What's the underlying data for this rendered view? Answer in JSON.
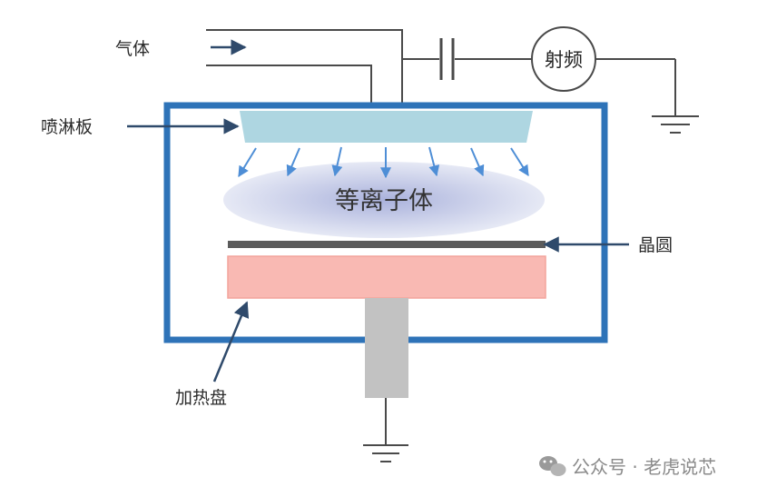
{
  "labels": {
    "gas": "气体",
    "rf": "射频",
    "showerhead": "喷淋板",
    "plasma": "等离子体",
    "wafer": "晶圆",
    "heater": "加热盘"
  },
  "watermark": {
    "text": "公众号 · 老虎说芯",
    "icon": "wechat-icon"
  },
  "colors": {
    "chamber": "#2e73b8",
    "showerhead": "#aed6e1",
    "plasma_center": "#b4bcdf",
    "plasma_edge": "#e4e8f5",
    "wafer": "#5b5b5b",
    "heater_fill": "#f9b9b3",
    "heater_stroke": "#f3a49c",
    "pedestal": "#c2c2c2",
    "arrow_blue": "#4e8ed6",
    "arrow_dark": "#2f4a6b",
    "wire": "#4a4a4a"
  }
}
